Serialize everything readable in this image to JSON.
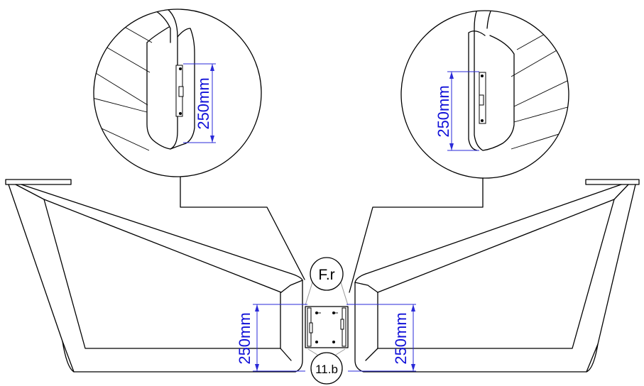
{
  "drawing": {
    "dimension_label": "250mm",
    "callout_top": "F.r",
    "callout_bottom": "11.b"
  },
  "colors": {
    "line": "#000000",
    "dimension": "#1010d8",
    "leader": "#9a9a9a"
  }
}
